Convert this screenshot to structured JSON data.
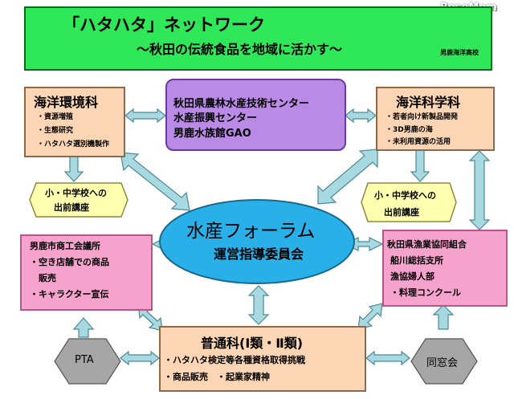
{
  "logo": "ReseMom",
  "title": {
    "main": "「ハタハタ」ネットワーク",
    "sub": "～秋田の伝統食品を地域に活かす～",
    "school": "男鹿海洋高校"
  },
  "nodes": {
    "kaiyo_kankyo": {
      "title": "海洋環境科",
      "items": [
        "・資源増殖",
        "・生態研究",
        "・ハタハタ選別機製作"
      ]
    },
    "center": {
      "lines": [
        "秋田県農林水産技術センター",
        "水産振興センター",
        "男鹿水族館GAO"
      ]
    },
    "kaiyo_kagaku": {
      "title": "海洋科学科",
      "items": [
        "・若者向け新製品開発",
        "・3D男鹿の海",
        "・未利用資源の活用"
      ]
    },
    "school_left": {
      "lines": [
        "小・中学校への",
        "出前講座"
      ]
    },
    "school_right": {
      "lines": [
        "小・中学校への",
        "出前講座"
      ]
    },
    "forum": {
      "title": "水産フォーラム",
      "sub": "運営指導委員会"
    },
    "shokokai": {
      "lines": [
        "男鹿市商工会議所",
        "・空き店舗での商品",
        "販売",
        "・キャラクター宣伝"
      ]
    },
    "gyokyo": {
      "lines": [
        "秋田県漁業協同組合",
        "船川総括支所",
        "漁協婦人部",
        "・料理コンクール"
      ]
    },
    "futsuka": {
      "title": "普通科(Ⅰ類・Ⅱ類)",
      "items": [
        "・ハタハタ検定等各種資格取得挑戦",
        "・商品販売　・起業家精神"
      ]
    },
    "pta": {
      "label": "PTA"
    },
    "dosokai": {
      "label": "同窓会"
    }
  },
  "colors": {
    "title_bg": "#2ee85a",
    "orange_box": "#fcd5b4",
    "purple_box": "#b98ae6",
    "yellow_box": "#ffffb0",
    "pink_box": "#f5a3cd",
    "forum_ellipse": "#2ab0e8",
    "hexagon": "#a6a6a6",
    "arrow": "#a8d8e0"
  }
}
